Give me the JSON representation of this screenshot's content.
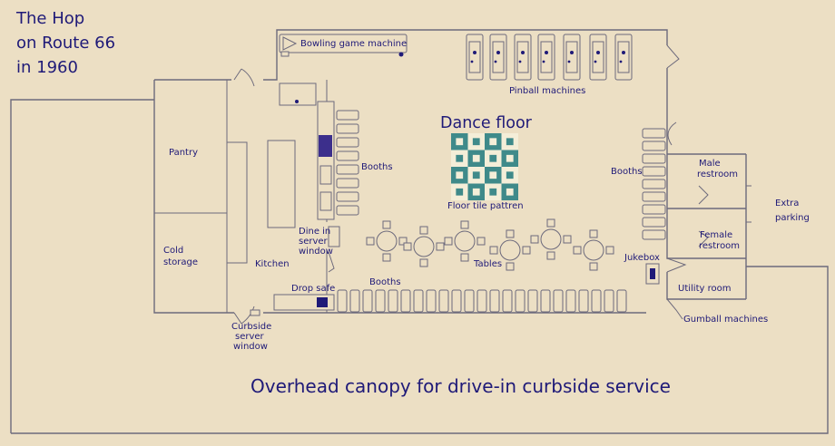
{
  "title_lines": [
    "The Hop",
    "on Route 66",
    "in 1960"
  ],
  "labels": {
    "bowling": "Bowling game machine",
    "pinball": "Pinball machines",
    "dance_floor": "Dance floor",
    "floor_tile": "Floor tile pattren",
    "pantry": "Pantry",
    "cold_storage": [
      "Cold",
      "storage"
    ],
    "kitchen": "Kitchen",
    "dine_in": [
      "Dine in",
      "server",
      "window"
    ],
    "booths_left": "Booths",
    "booths_right": "Booths",
    "booths_bottom": "Booths",
    "tables": "Tables",
    "drop_safe": "Drop safe",
    "curbside": [
      "Curbside",
      "server",
      "window"
    ],
    "jukebox": "Jukebox",
    "male_restroom": [
      "Male",
      "restroom"
    ],
    "female_restroom": [
      "Female",
      "restroom"
    ],
    "extra_parking": [
      "Extra",
      "parking"
    ],
    "utility_room": "Utility room",
    "gumball": "Gumball machines",
    "canopy": "Overhead canopy for drive-in curbside service"
  },
  "colors": {
    "background": "#ecdfc4",
    "ink": "#1f1a78",
    "wall": "#6d6a7c",
    "tile_teal": "#3f8a8a",
    "tile_cream": "#f4eed8",
    "accent_block": "#3c2f8c"
  }
}
